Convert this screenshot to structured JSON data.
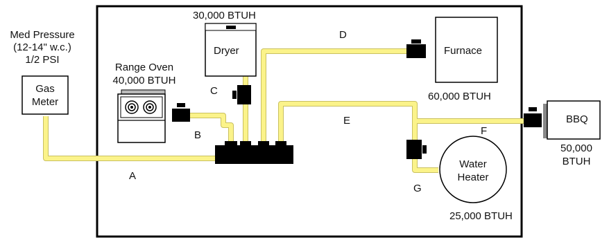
{
  "meter": {
    "pressure_lines": [
      "Med Pressure",
      "(12-14\" w.c.)",
      "1/2 PSI"
    ],
    "label_lines": [
      "Gas",
      "Meter"
    ]
  },
  "appliances": {
    "range": {
      "name_lines": [
        "Range Oven",
        "40,000 BTUH"
      ]
    },
    "dryer": {
      "rating": "30,000 BTUH",
      "name": "Dryer"
    },
    "furnace": {
      "name": "Furnace",
      "rating": "60,000 BTUH"
    },
    "bbq": {
      "name": "BBQ",
      "rating_lines": [
        "50,000",
        "BTUH"
      ]
    },
    "water_heater": {
      "name_lines": [
        "Water",
        "Heater"
      ],
      "rating": "25,000 BTUH"
    }
  },
  "segments": {
    "a": "A",
    "b": "B",
    "c": "C",
    "d": "D",
    "e": "E",
    "f": "F",
    "g": "G"
  },
  "colors": {
    "pipe": "#fbf38a",
    "pipe_edge": "#c9c060",
    "valve": "#000000",
    "wall": "#000000"
  }
}
